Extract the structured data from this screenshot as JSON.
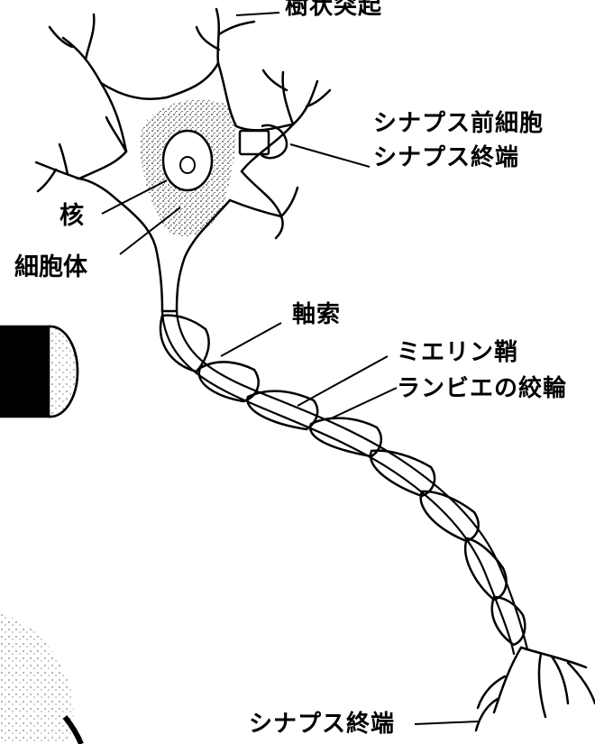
{
  "labels": {
    "dendrite": "樹状突起",
    "presynaptic_cell": "シナプス前細胞",
    "synaptic_terminal_upper": "シナプス終端",
    "nucleus": "核",
    "cell_body": "細胞体",
    "axon": "軸索",
    "myelin_sheath": "ミエリン鞘",
    "node_of_ranvier": "ランビエの絞輪",
    "synaptic_terminal_lower": "シナプス終端"
  },
  "colors": {
    "ink": "#000000",
    "background": "#ffffff"
  }
}
